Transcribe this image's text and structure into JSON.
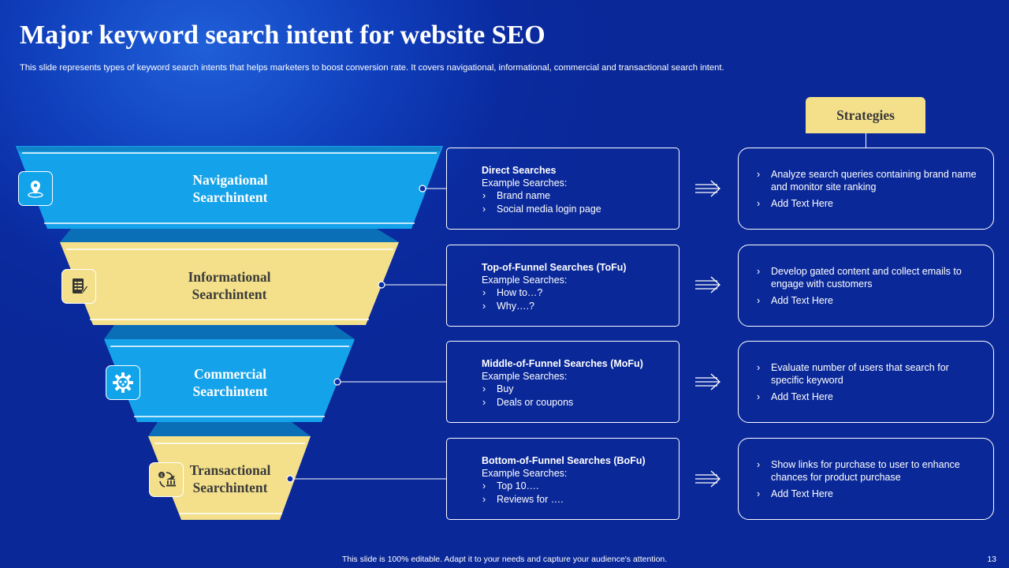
{
  "title": "Major keyword search intent for website SEO",
  "subtitle": "This slide represents types of keyword search intents that helps marketers to boost conversion rate. It covers navigational, informational, commercial and transactional search intent.",
  "strategies_header": "Strategies",
  "tiers": [
    {
      "label_line1": "Navigational",
      "label_line2": "Searchintent",
      "icon": "location-pin-icon",
      "color": "#12a4ea",
      "example": {
        "title": "Direct Searches",
        "subtitle": "Example Searches:",
        "items": [
          "Brand name",
          "Social media login page"
        ]
      },
      "strategy": [
        "Analyze search queries containing brand name and monitor site ranking",
        "Add Text Here"
      ]
    },
    {
      "label_line1": "Informational",
      "label_line2": "Searchintent",
      "icon": "document-checklist-icon",
      "color": "#f4e08a",
      "example": {
        "title": "Top-of-Funnel  Searches (ToFu)",
        "subtitle": "Example Searches:",
        "items": [
          "How to…?",
          "Why….?"
        ]
      },
      "strategy": [
        "Develop  gated content and collect emails to engage with customers",
        "Add Text Here"
      ]
    },
    {
      "label_line1": "Commercial",
      "label_line2": "Searchintent",
      "icon": "gear-icon",
      "color": "#12a4ea",
      "example": {
        "title": "Middle-of-Funnel Searches (MoFu)",
        "subtitle": "Example Searches:",
        "items": [
          "Buy",
          "Deals or coupons"
        ]
      },
      "strategy": [
        "Evaluate  number  of users that search for specific keyword",
        "Add Text Here"
      ]
    },
    {
      "label_line1": "Transactional",
      "label_line2": "Searchintent",
      "icon": "money-bank-icon",
      "color": "#f4e08a",
      "example": {
        "title": "Bottom-of-Funnel  Searches (BoFu)",
        "subtitle": "Example Searches:",
        "items": [
          "Top 10….",
          "Reviews  for …."
        ]
      },
      "strategy": [
        "Show links for purchase to user to enhance chances for product purchase",
        "Add Text Here"
      ]
    }
  ],
  "footer": "This slide is 100% editable.  Adapt it to your needs and capture your audience's attention.",
  "page_number": "13"
}
